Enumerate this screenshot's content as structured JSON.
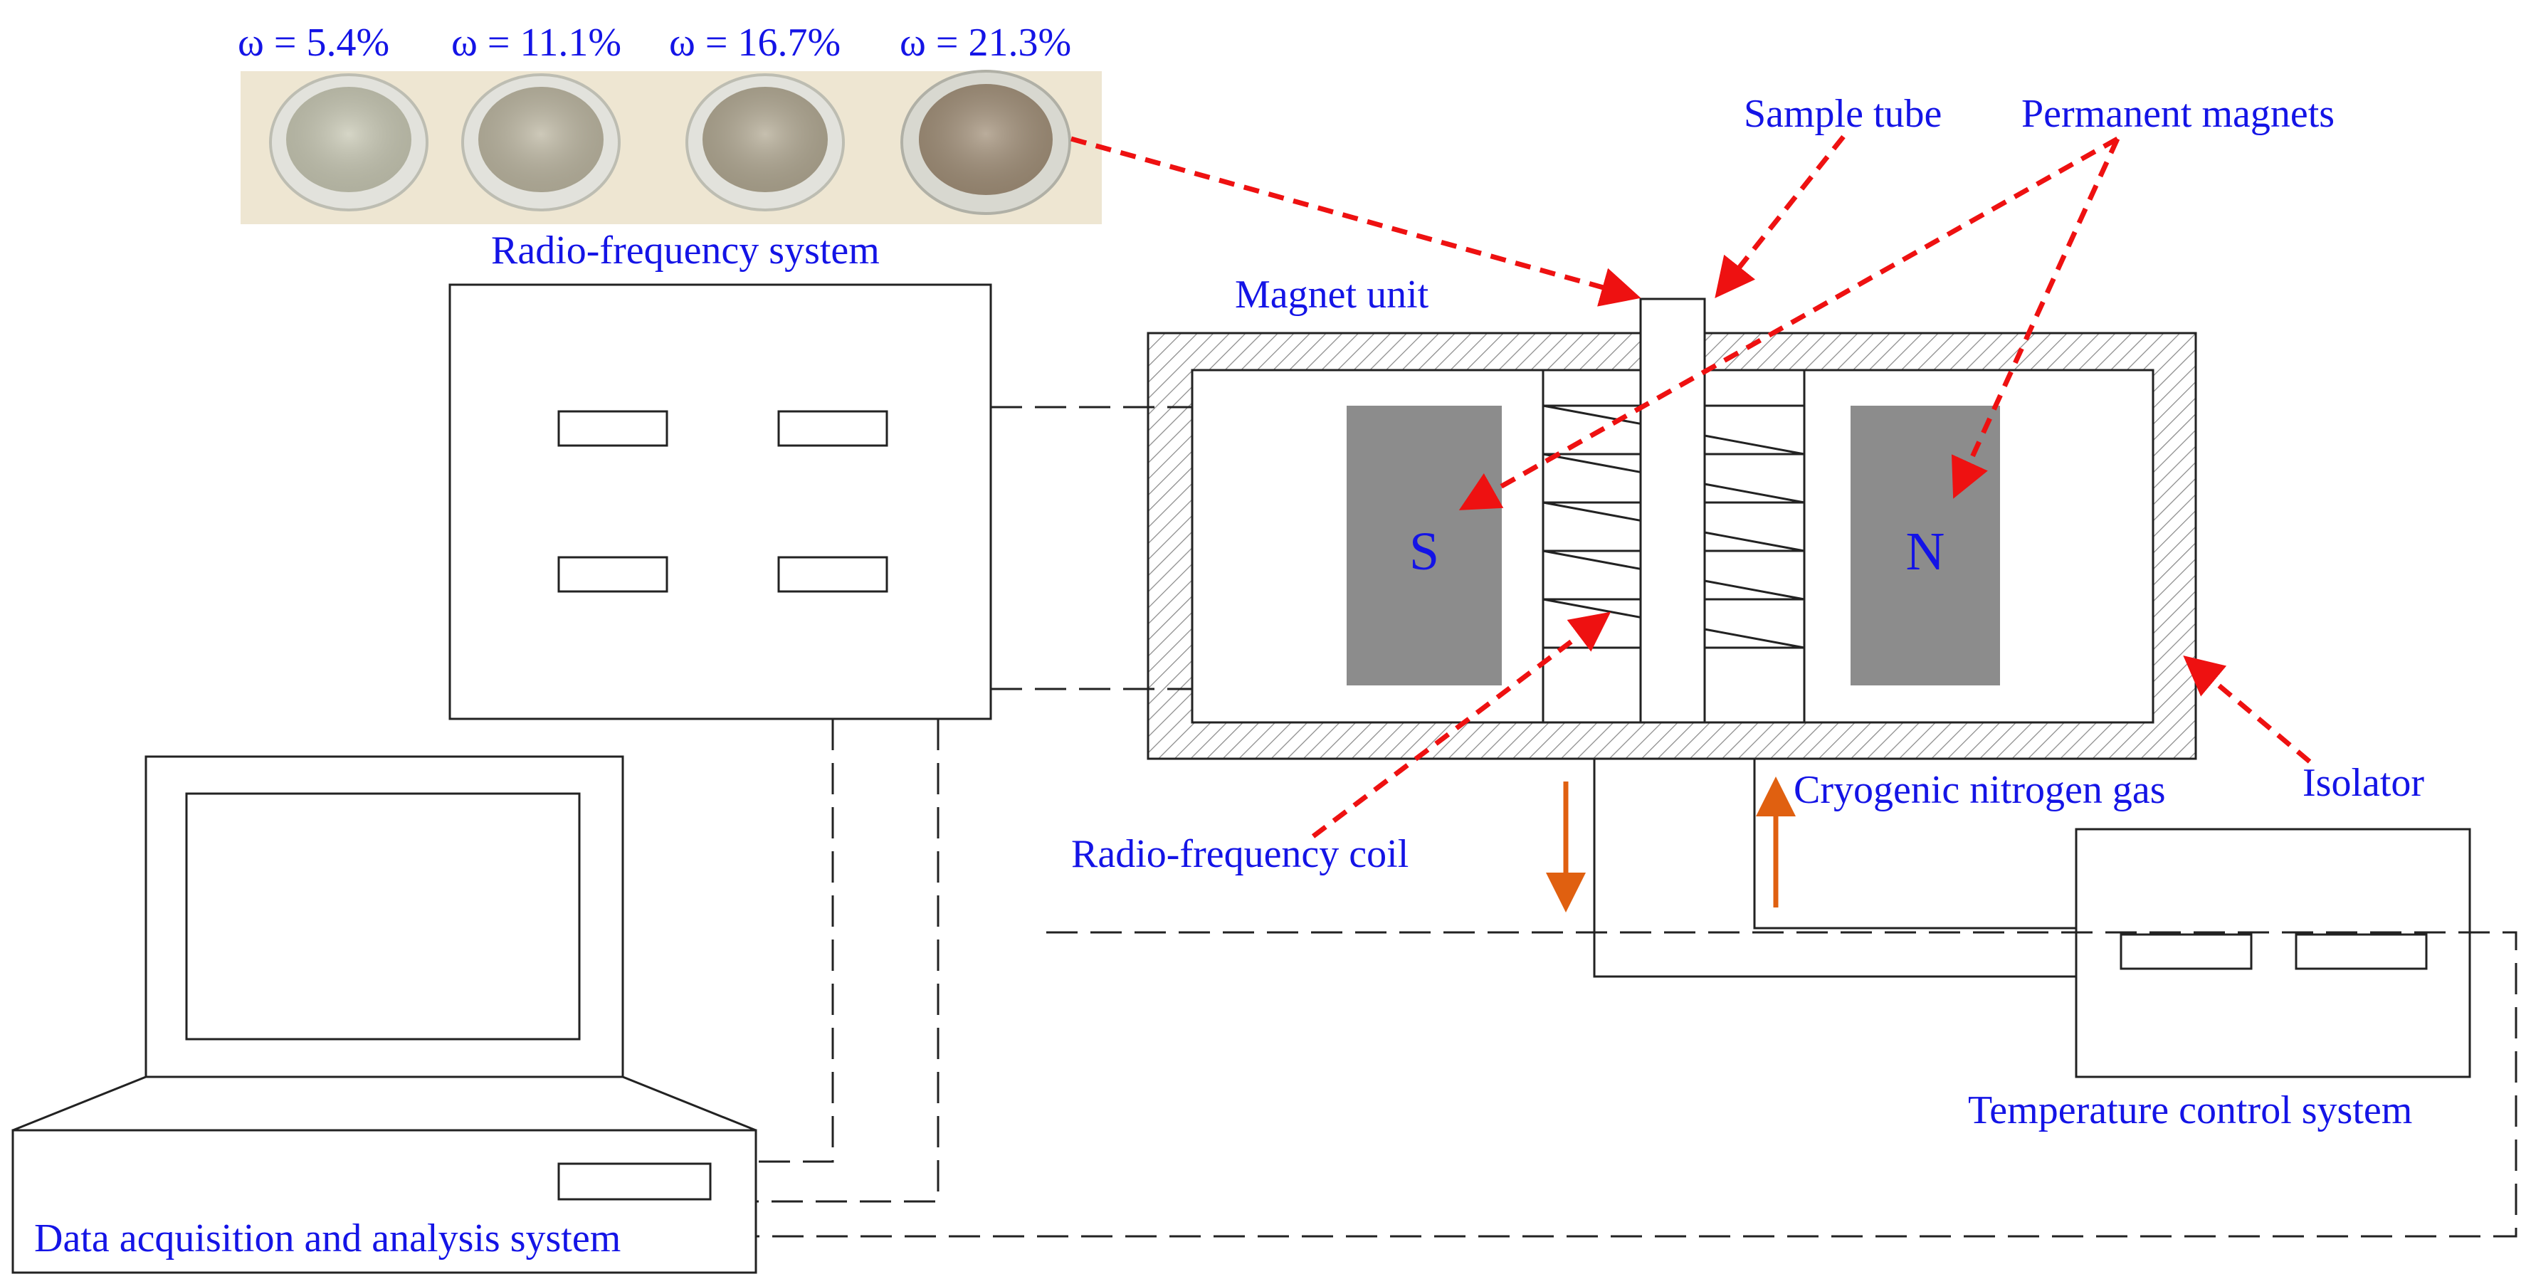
{
  "diagram": {
    "samples": [
      {
        "label": "ω = 5.4%",
        "texture": "#c8c8b4"
      },
      {
        "label": "ω = 11.1%",
        "texture": "#bdb7a2"
      },
      {
        "label": "ω = 16.7%",
        "texture": "#b3aa94"
      },
      {
        "label": "ω = 21.3%",
        "texture": "#a3917a"
      }
    ],
    "labels": {
      "radio_frequency_system": "Radio-frequency system",
      "magnet_unit": "Magnet unit",
      "sample_tube": "Sample tube",
      "permanent_magnets": "Permanent magnets",
      "radio_frequency_coil": "Radio-frequency coil",
      "cryogenic_nitrogen_gas": "Cryogenic nitrogen gas",
      "isolator": "Isolator",
      "temperature_control_system": "Temperature control system",
      "data_acquisition_system": "Data acquisition and analysis system"
    },
    "poles": {
      "south": "S",
      "north": "N"
    },
    "colors": {
      "label_text": "#1414e6",
      "arrow_red": "#ee1111",
      "flow_orange": "#e06010",
      "magnet_fill": "#8c8c8c",
      "photo_strip": "#eee6d2"
    }
  }
}
